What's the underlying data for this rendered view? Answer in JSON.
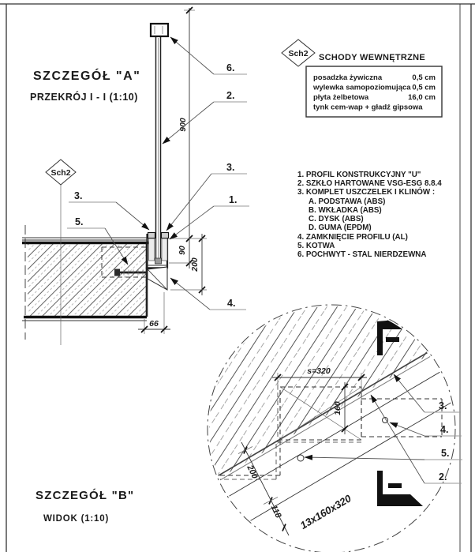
{
  "detail_a": {
    "title": "SZCZEGÓŁ  \"A\"",
    "subtitle": "PRZEKRÓJ  I - I  (1:10)"
  },
  "detail_b": {
    "title": "SZCZEGÓŁ  \"B\"",
    "subtitle": "WIDOK  (1:10)"
  },
  "axis_tag": "Sch2",
  "stair_table": {
    "tag": "Sch2",
    "title": "SCHODY WEWNĘTRZNE",
    "rows": [
      {
        "name": "posadzka żywiczna",
        "value": "0,5 cm"
      },
      {
        "name": "wylewka samopoziomująca",
        "value": "0,5 cm"
      },
      {
        "name": "płyta żelbetowa",
        "value": "16,0 cm"
      },
      {
        "name": "tynk cem-wap + gładź gipsowa",
        "value": ""
      }
    ]
  },
  "legend": {
    "items": [
      "1.  PROFIL KONSTRUKCYJNY  \"U\"",
      "2.  SZKŁO HARTOWANE VSG-ESG 8.8.4",
      "3.  KOMPLET USZCZELEK I KLINÓW :",
      "A. PODSTAWA (ABS)",
      "B. WKŁADKA (ABS)",
      "C. DYSK (ABS)",
      "D. GUMA (EPDM)",
      "4.  ZAMKNIĘCIE PROFILU   (AL)",
      "5.  KOTWA",
      "6.  POCHWYT - STAL NIERDZEWNA"
    ]
  },
  "callouts": {
    "n1": "1.",
    "n2": "2.",
    "n3": "3.",
    "n4": "4.",
    "n5": "5.",
    "n6": "6."
  },
  "dims": {
    "h900": "900",
    "v90": "90",
    "v200": "200",
    "w66": "66",
    "s320": "s=320",
    "v160": "160",
    "slope200": "200",
    "slope118": "118",
    "steps": "13x160x320"
  },
  "colors": {
    "line": "#1b1b1b",
    "leader": "#555555",
    "paper": "#ffffff"
  }
}
